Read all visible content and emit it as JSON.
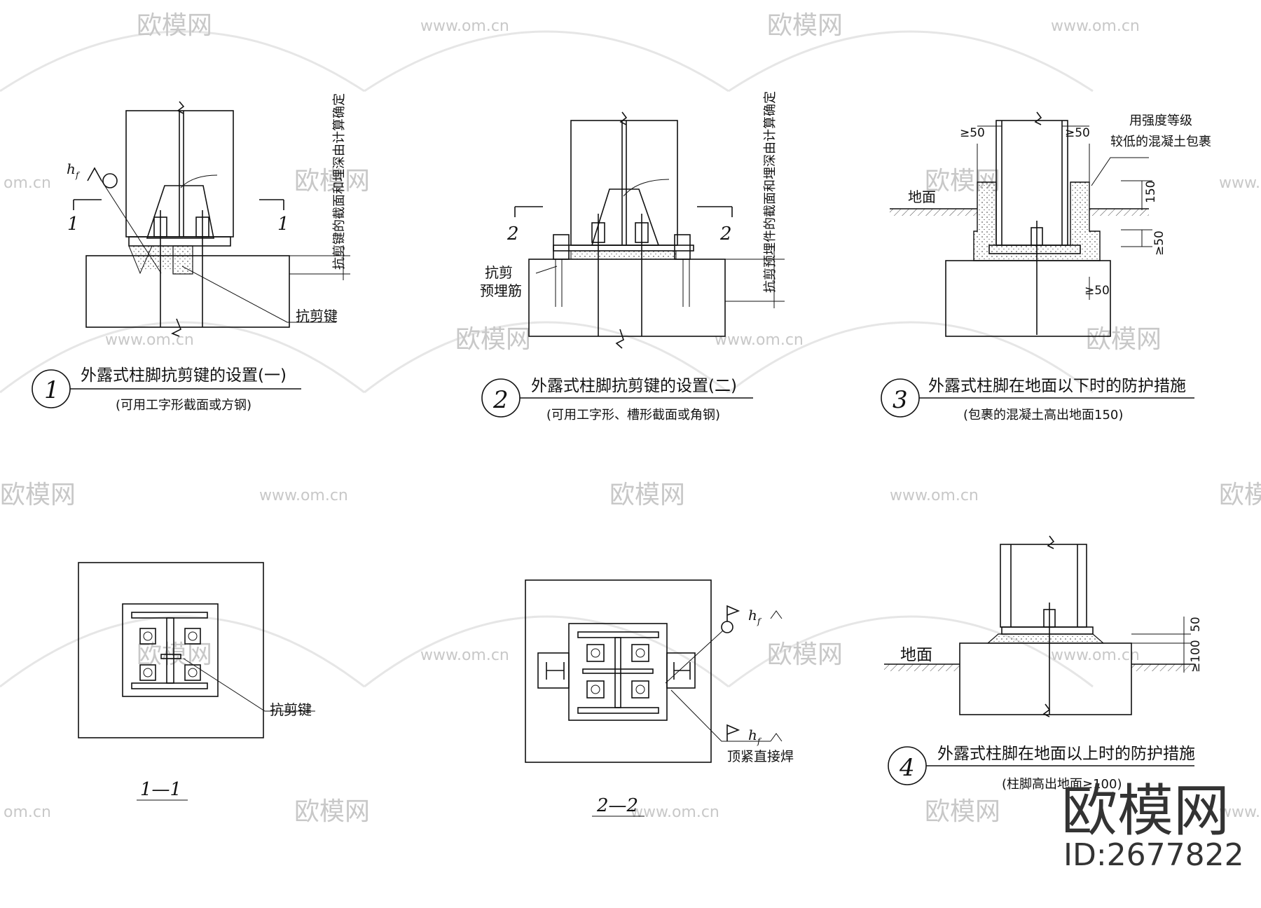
{
  "watermark": {
    "brand": "欧模网",
    "url": "www.om.cn",
    "url_short": "om.cn",
    "brand_partial_a": "欧模网",
    "brand_partial_b": "欧模网",
    "big_brand": "欧模网",
    "id_label": "ID:2677822"
  },
  "details": [
    {
      "num": "1",
      "title": "外露式柱脚抗剪键的设置(一)",
      "subtitle": "(可用工字形截面或方钢)",
      "section_mark": "1",
      "weld_label": "h",
      "weld_sub": "f",
      "vertical_note": "抗剪键的截面和埋深由计算确定",
      "callout": "抗剪键"
    },
    {
      "num": "2",
      "title": "外露式柱脚抗剪键的设置(二)",
      "subtitle": "(可用工字形、槽形截面或角钢)",
      "section_mark": "2",
      "vertical_note": "抗剪预埋件的截面和埋深由计算确定",
      "callout_line1": "抗剪",
      "callout_line2": "预埋筋"
    },
    {
      "num": "3",
      "title": "外露式柱脚在地面以下时的防护措施",
      "subtitle": "(包裹的混凝土高出地面150)",
      "ground": "地面",
      "note_line1": "用强度等级",
      "note_line2": "较低的混凝土包裹",
      "dim_50a": "≥50",
      "dim_50b": "≥50",
      "dim_150": "150",
      "dim_50c": "≥50",
      "dim_50d": "≥50"
    },
    {
      "num": "4",
      "title": "外露式柱脚在地面以上时的防护措施",
      "subtitle": "(柱脚高出地面≥100)",
      "ground": "地面",
      "dim_50": "50",
      "dim_100": "≥100"
    }
  ],
  "sections": [
    {
      "label": "1—1",
      "callout": "抗剪键"
    },
    {
      "label": "2—2",
      "weld_label": "h",
      "weld_sub": "f",
      "callout": "顶紧直接焊"
    }
  ]
}
